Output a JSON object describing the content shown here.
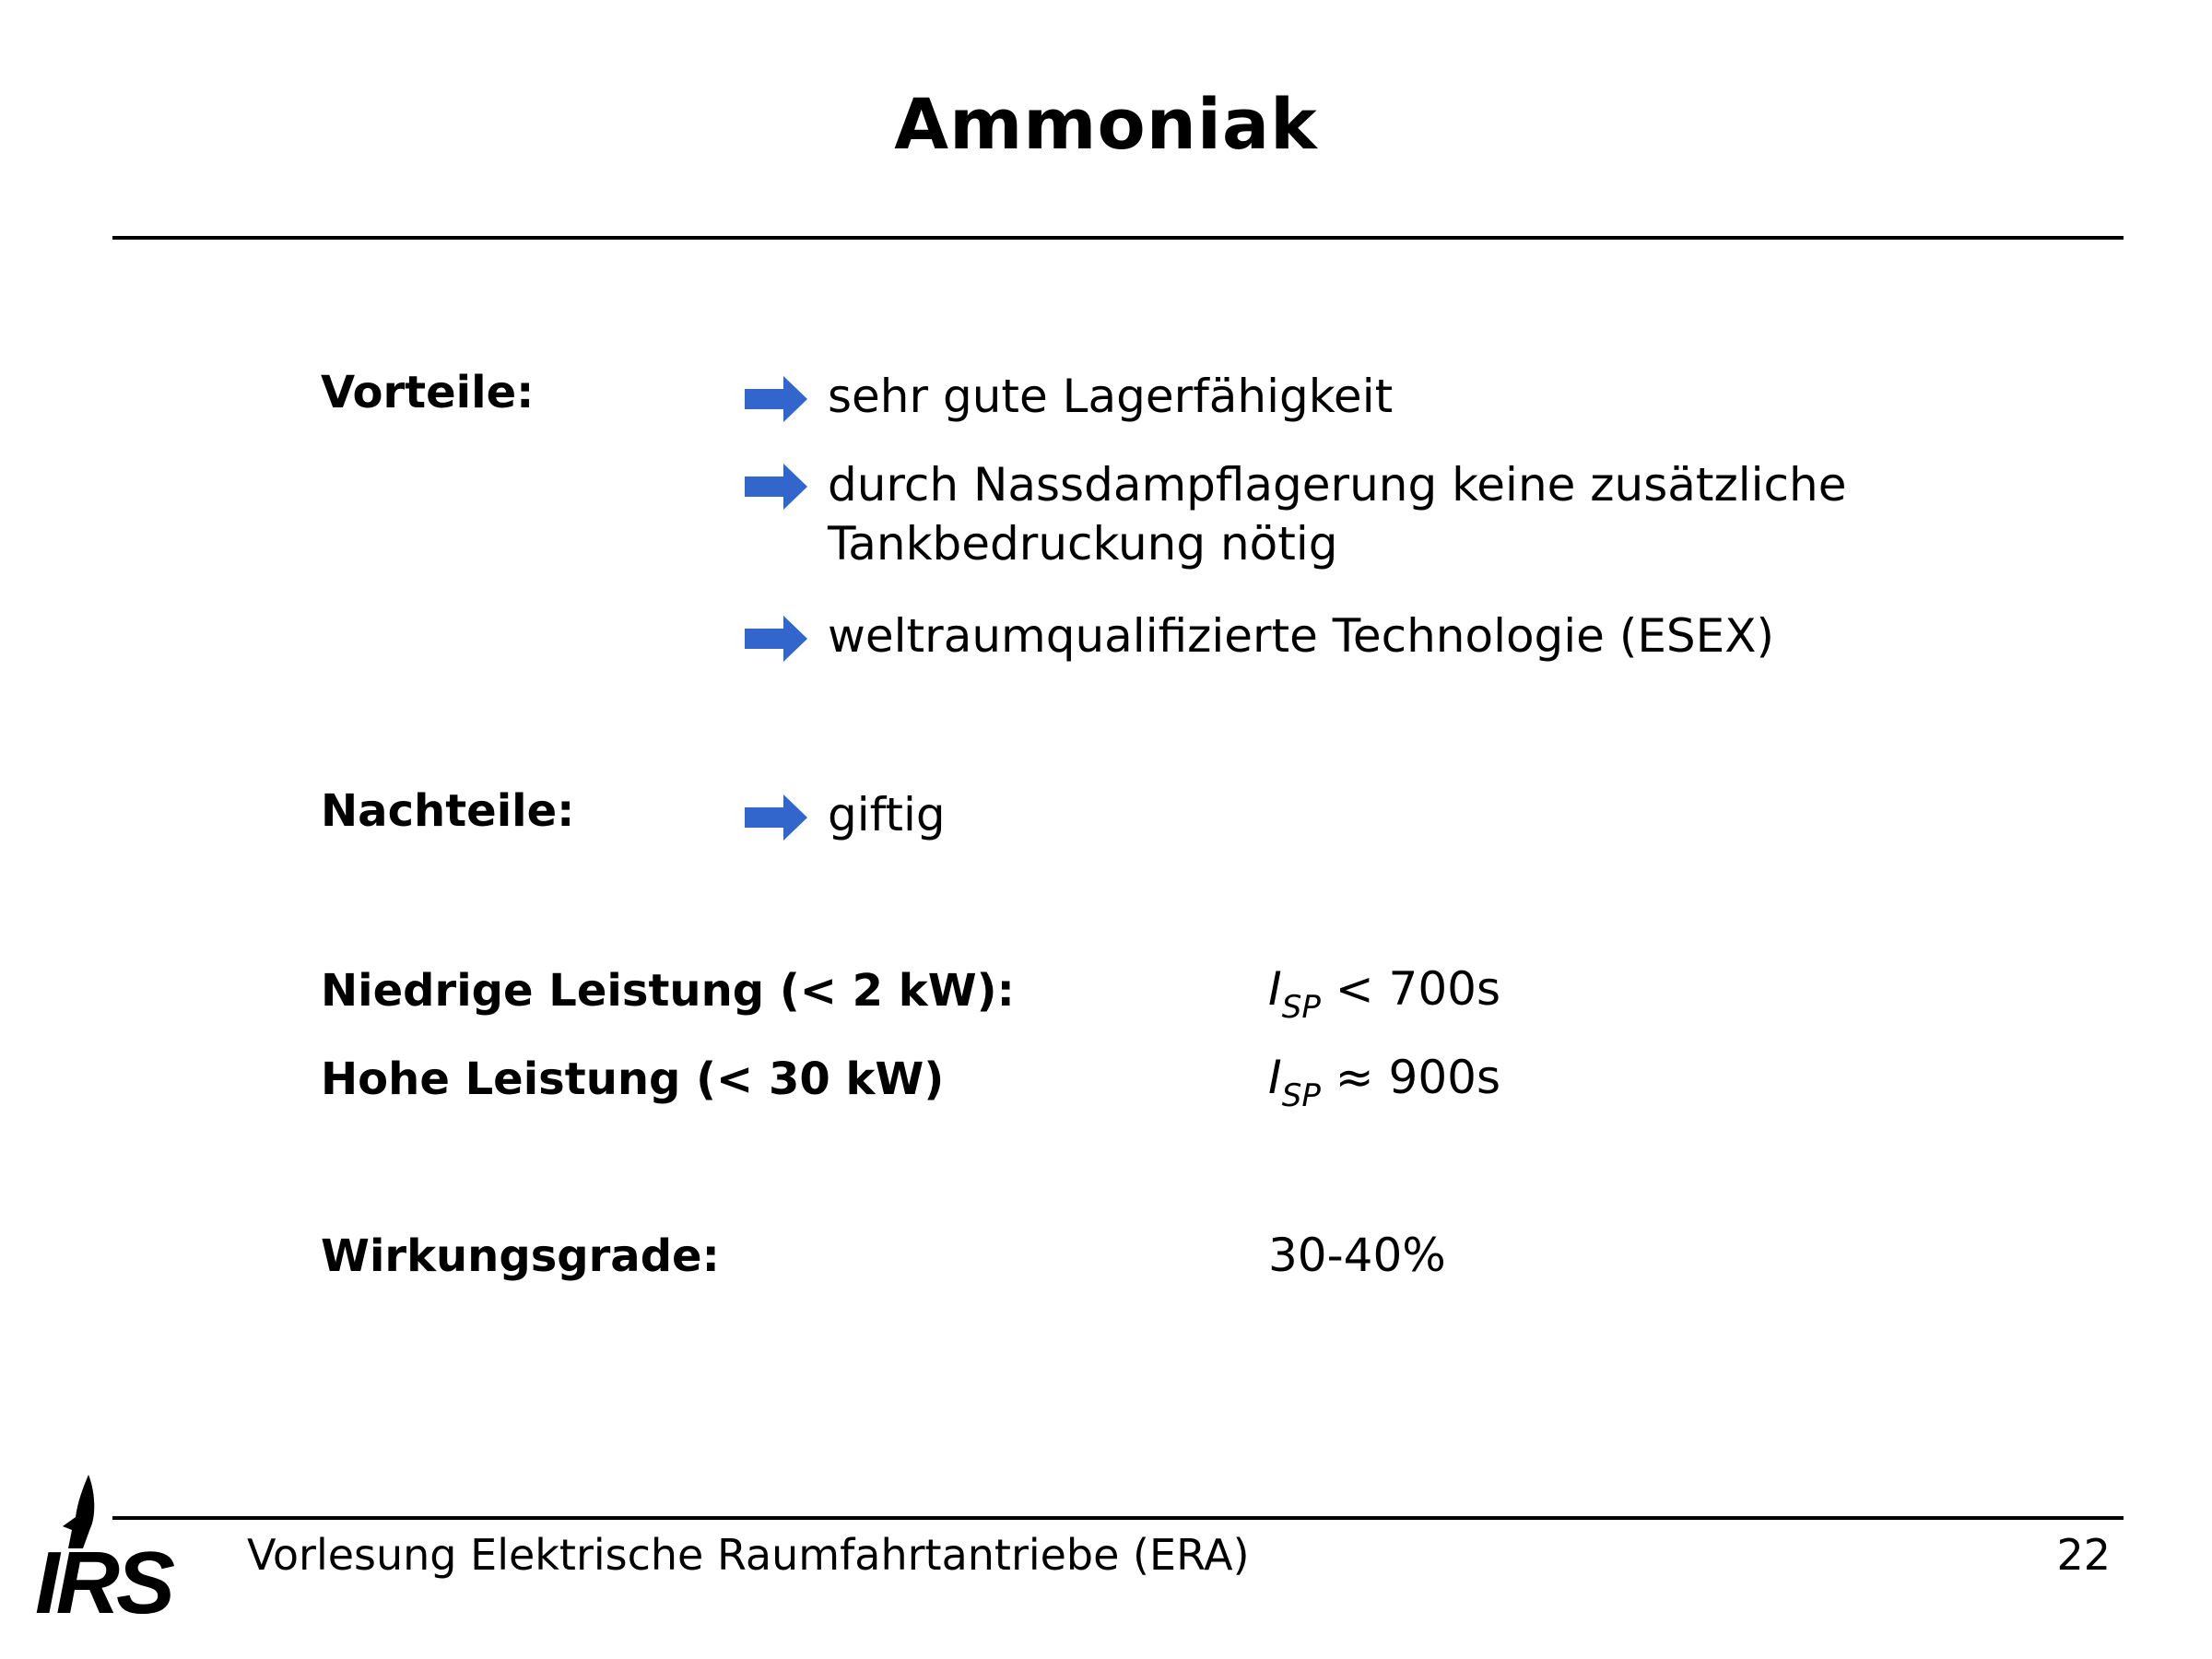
{
  "slide": {
    "title": "Ammoniak"
  },
  "vorteile": {
    "label": "Vorteile:",
    "items": [
      {
        "line1": "sehr gute Lagerfähigkeit",
        "line2": ""
      },
      {
        "line1": "durch Nassdampflagerung keine zusätzliche",
        "line2": "Tankbedruckung nötig"
      },
      {
        "line1": "weltraumqualifizierte Technologie (ESEX)",
        "line2": ""
      }
    ]
  },
  "nachteile": {
    "label": "Nachteile:",
    "items": [
      {
        "line1": "giftig"
      }
    ]
  },
  "performance": {
    "low": {
      "label": "Niedrige Leistung (< 2 kW):",
      "symbol": "I",
      "subscript": "SP",
      "relation": "< 700s"
    },
    "high": {
      "label": "Hohe Leistung (< 30 kW)",
      "symbol": "I",
      "subscript": "SP",
      "relation": "≈ 900s"
    }
  },
  "efficiency": {
    "label": "Wirkungsgrade:",
    "value": "30-40%"
  },
  "footer": {
    "logo_text": "IRS",
    "course": "Vorlesung Elektrische Raumfahrtantriebe (ERA)",
    "page_number": "22"
  },
  "colors": {
    "bullet_arrow": "#3366cc",
    "text": "#000000",
    "rule": "#000000"
  },
  "icons": {
    "bullet": "right-arrow-icon",
    "logo": "irs-rocket-logo"
  }
}
